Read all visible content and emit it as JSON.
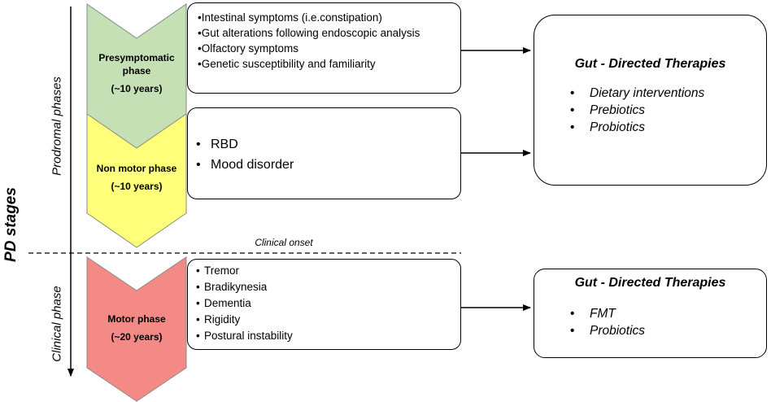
{
  "stages_label": "PD stages",
  "prodromal_label": "Prodromal phases",
  "clinical_label": "Clinical phase",
  "clinical_onset": "Clinical onset",
  "phases": [
    {
      "name_lines": [
        "Presymptomatic",
        "phase"
      ],
      "years": "(~10 years)",
      "color": "#c5e0b4",
      "items": [
        "Intestinal symptoms (i.e.constipation)",
        "Gut alterations following endoscopic analysis",
        "Olfactory symptoms",
        "Genetic susceptibility and familiarity"
      ]
    },
    {
      "name_lines": [
        "Non motor phase"
      ],
      "years": "(~10 years)",
      "color": "#ffff79",
      "items": [
        "RBD",
        "Mood disorder"
      ]
    },
    {
      "name_lines": [
        "Motor phase"
      ],
      "years": "(~20 years)",
      "color": "#f48a86",
      "items": [
        "Tremor",
        "Bradikynesia",
        "Dementia",
        "Rigidity",
        "Postural instability"
      ]
    }
  ],
  "therapies": [
    {
      "title": "Gut - Directed Therapies",
      "items": [
        "Dietary interventions",
        "Prebiotics",
        "Probiotics"
      ]
    },
    {
      "title": "Gut - Directed Therapies",
      "items": [
        "FMT",
        "Probiotics"
      ]
    }
  ]
}
